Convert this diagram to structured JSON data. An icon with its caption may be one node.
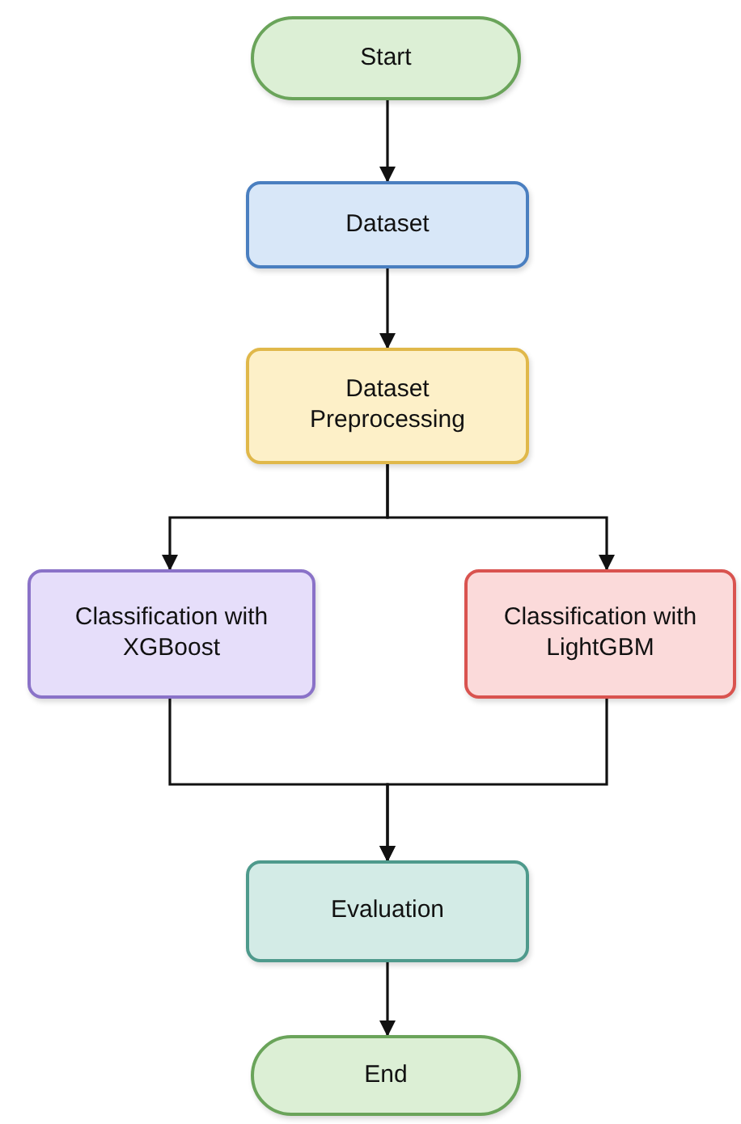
{
  "diagram": {
    "nodes": [
      {
        "text": [
          "Start"
        ]
      },
      {
        "text": [
          "Dataset"
        ]
      },
      {
        "text": [
          "Dataset Preprocessing"
        ]
      },
      {
        "text": [
          "Classification with XGBoost"
        ]
      },
      {
        "text": [
          "Classification with LightGBM"
        ]
      },
      {
        "text": [
          "Evaluation"
        ]
      },
      {
        "text": [
          "End"
        ]
      }
    ],
    "edges": [
      {
        "from": 0,
        "to": 1,
        "arrow": "to"
      },
      {
        "from": 1,
        "to": 2,
        "arrow": "to"
      },
      {
        "from": 2,
        "to": 3,
        "arrow": "to"
      },
      {
        "from": 2,
        "to": 4,
        "arrow": "to"
      },
      {
        "from": 3,
        "to": 5,
        "arrow": "to"
      },
      {
        "from": 4,
        "to": 5,
        "arrow": "to"
      },
      {
        "from": 5,
        "to": 6,
        "arrow": "to"
      }
    ]
  }
}
